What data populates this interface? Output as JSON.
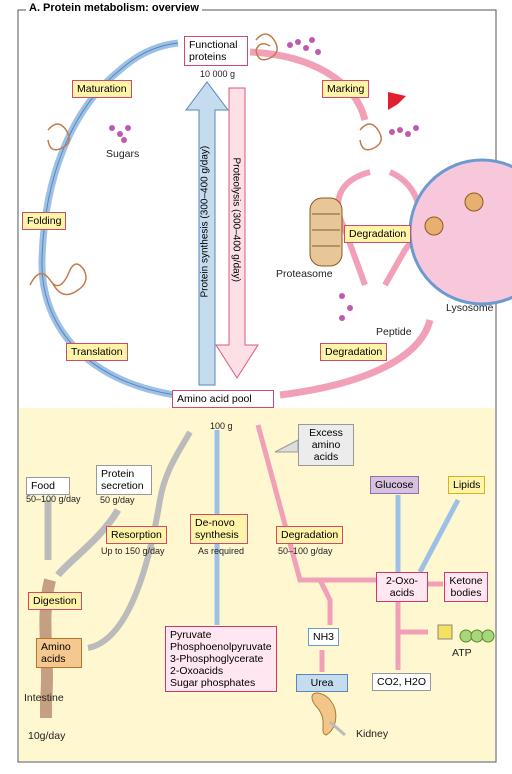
{
  "title": "A. Protein metabolism: overview",
  "top": {
    "functional_proteins": "Functional\nproteins",
    "amount": "10 000 g",
    "marking": "Marking",
    "maturation": "Maturation",
    "sugars": "Sugars",
    "folding": "Folding",
    "translation": "Translation",
    "protein_synthesis": "Protein synthesis (300–400  g/day)",
    "proteolysis": "Proteolysis (300–400  g/day)",
    "degradation_1": "Degradation",
    "proteasome": "Proteasome",
    "lysosome": "Lysosome",
    "peptide": "Peptide",
    "degradation_2": "Degradation",
    "amino_acid_pool": "Amino acid pool"
  },
  "bottom": {
    "pool_amount": "100 g",
    "excess": "Excess\namino\nacids",
    "food": "Food",
    "food_amount": "50–100 g/day",
    "protein_secretion": "Protein\nsecretion",
    "secretion_amount": "50 g/day",
    "resorption": "Resorption",
    "resorption_amount": "Up to 150 g/day",
    "de_novo": "De-novo\nsynthesis",
    "as_required": "As required",
    "degradation": "Degradation",
    "degradation_amount": "50–100 g/day",
    "glucose": "Glucose",
    "lipids": "Lipids",
    "oxo_acids": "2-Oxo-\nacids",
    "ketone": "Ketone\nbodies",
    "atp": "ATP",
    "digestion": "Digestion",
    "amino_acids": "Amino\nacids",
    "intestine": "Intestine",
    "intestine_amount": "10g/day",
    "precursors": "Pyruvate\nPhosphoenolpyruvate\n3-Phosphoglycerate\n2-Oxoacids\nSugar phosphates",
    "nh3": "NH3",
    "urea": "Urea",
    "co2": "CO2, H2O",
    "kidney": "Kidney"
  }
}
